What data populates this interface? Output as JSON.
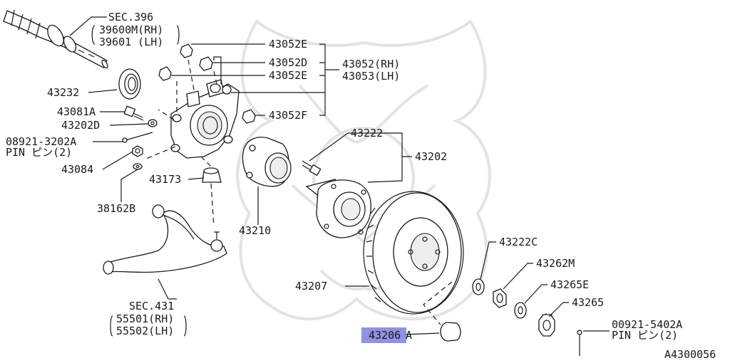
{
  "colors": {
    "ink": "#1a1a1a",
    "highlight": "#6e6ed6",
    "watermark": "#e3e3e3"
  },
  "diagram_id": "A4300056",
  "labels": {
    "sec396": "SEC.396",
    "sec396_rh": "39600M(RH)",
    "sec396_lh": "39601 (LH)",
    "p43052E_top": "43052E",
    "p43052D": "43052D",
    "p43052E_mid": "43052E",
    "p43052F": "43052F",
    "p43052_rh": "43052(RH)",
    "p43053_lh": "43053(LH)",
    "p43232": "43232",
    "p43081A": "43081A",
    "p43202D": "43202D",
    "p08921": "08921-3202A",
    "pin_left": "PIN ピン(2)",
    "p43084": "43084",
    "p43173": "43173",
    "p38162B": "38162B",
    "p43222": "43222",
    "p43202": "43202",
    "p43210": "43210",
    "p43222C": "43222C",
    "p43262M": "43262M",
    "p43265E": "43265E",
    "p43265": "43265",
    "p43207": "43207",
    "p43206_main": "43206",
    "p43206_suffix": "A",
    "p00921": "00921-5402A",
    "pin_right": "PIN ピン(2)",
    "sec431": "SEC.431",
    "sec431_rh": "55501(RH)",
    "sec431_lh": "55502(LH)"
  }
}
